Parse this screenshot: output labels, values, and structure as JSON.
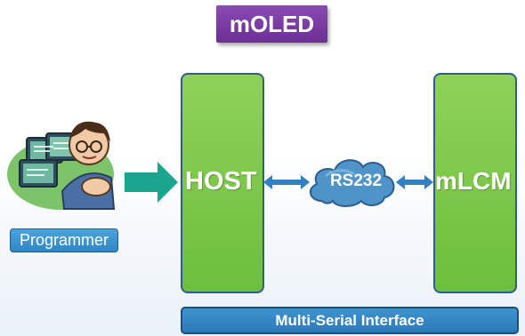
{
  "title": "mOLED",
  "host_label": "HOST",
  "mlcm_label": "mLCM",
  "link_label": "RS232",
  "programmer_label": "Programmer",
  "interface_label": "Multi-Serial Interface",
  "colors": {
    "title_bg": "#6b2f95",
    "pillar_green": "#78c447",
    "link_blue": "#2f80c4",
    "input_arrow": "#1aa58f"
  }
}
